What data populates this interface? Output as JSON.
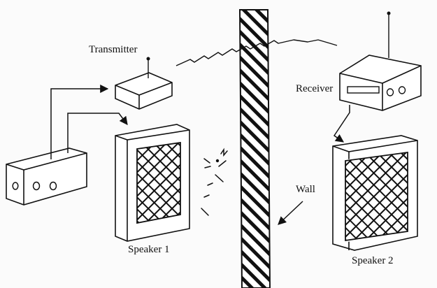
{
  "labels": {
    "transmitter": "Transmitter",
    "receiver": "Receiver",
    "wall": "Wall",
    "speaker_1": "Speaker 1",
    "speaker_2": "Speaker 2"
  },
  "colors": {
    "ink": "#111111",
    "paper": "#fbfbfb",
    "device_face": "#ffffff"
  },
  "icons": {
    "amplifier": "stereo-amplifier-icon",
    "transmitter": "transmitter-box-icon",
    "receiver": "receiver-box-icon",
    "speaker": "grille-speaker-icon",
    "signal": "zigzag-radio-signal-icon",
    "wall": "hatched-wall-icon"
  }
}
